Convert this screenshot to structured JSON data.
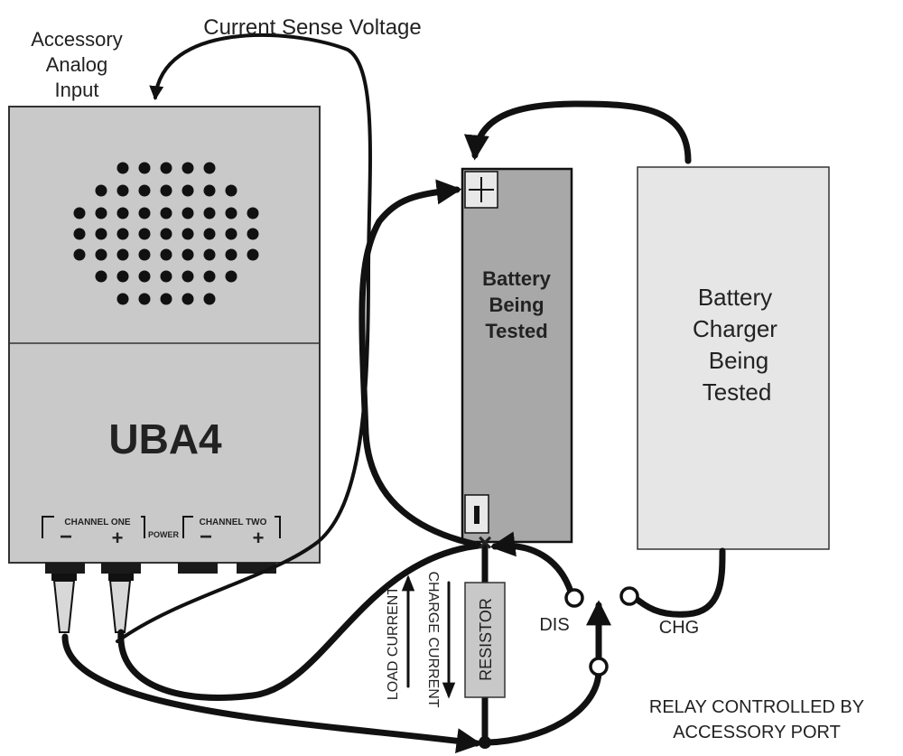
{
  "labels": {
    "accessory_input": [
      "Accessory",
      "Analog",
      "Input"
    ],
    "current_sense": "Current Sense Voltage",
    "device_name": "UBA4",
    "channel_one": "CHANNEL ONE",
    "channel_two": "CHANNEL TWO",
    "power": "POWER",
    "minus_sign": "−",
    "plus_sign": "+",
    "battery": [
      "Battery",
      "Being",
      "Tested"
    ],
    "charger": [
      "Battery",
      "Charger",
      "Being",
      "Tested"
    ],
    "resistor": "RESISTOR",
    "load_current": "LOAD CURRENT",
    "charge_current": "CHARGE CURRENT",
    "dis": "DIS",
    "chg": "CHG",
    "relay": [
      "RELAY CONTROLLED BY",
      "ACCESSORY PORT"
    ]
  },
  "colors": {
    "uba4_body": "#c9c9c9",
    "battery_body": "#a8a8a8",
    "charger_body": "#e6e6e6",
    "resistor_body": "#c8c8c8",
    "terminal": "#e8e8e8",
    "wire": "#111111"
  },
  "icons": {
    "speaker": "speaker-grille-icon",
    "battery_plus": "plus-terminal-icon",
    "battery_minus": "minus-terminal-icon"
  }
}
